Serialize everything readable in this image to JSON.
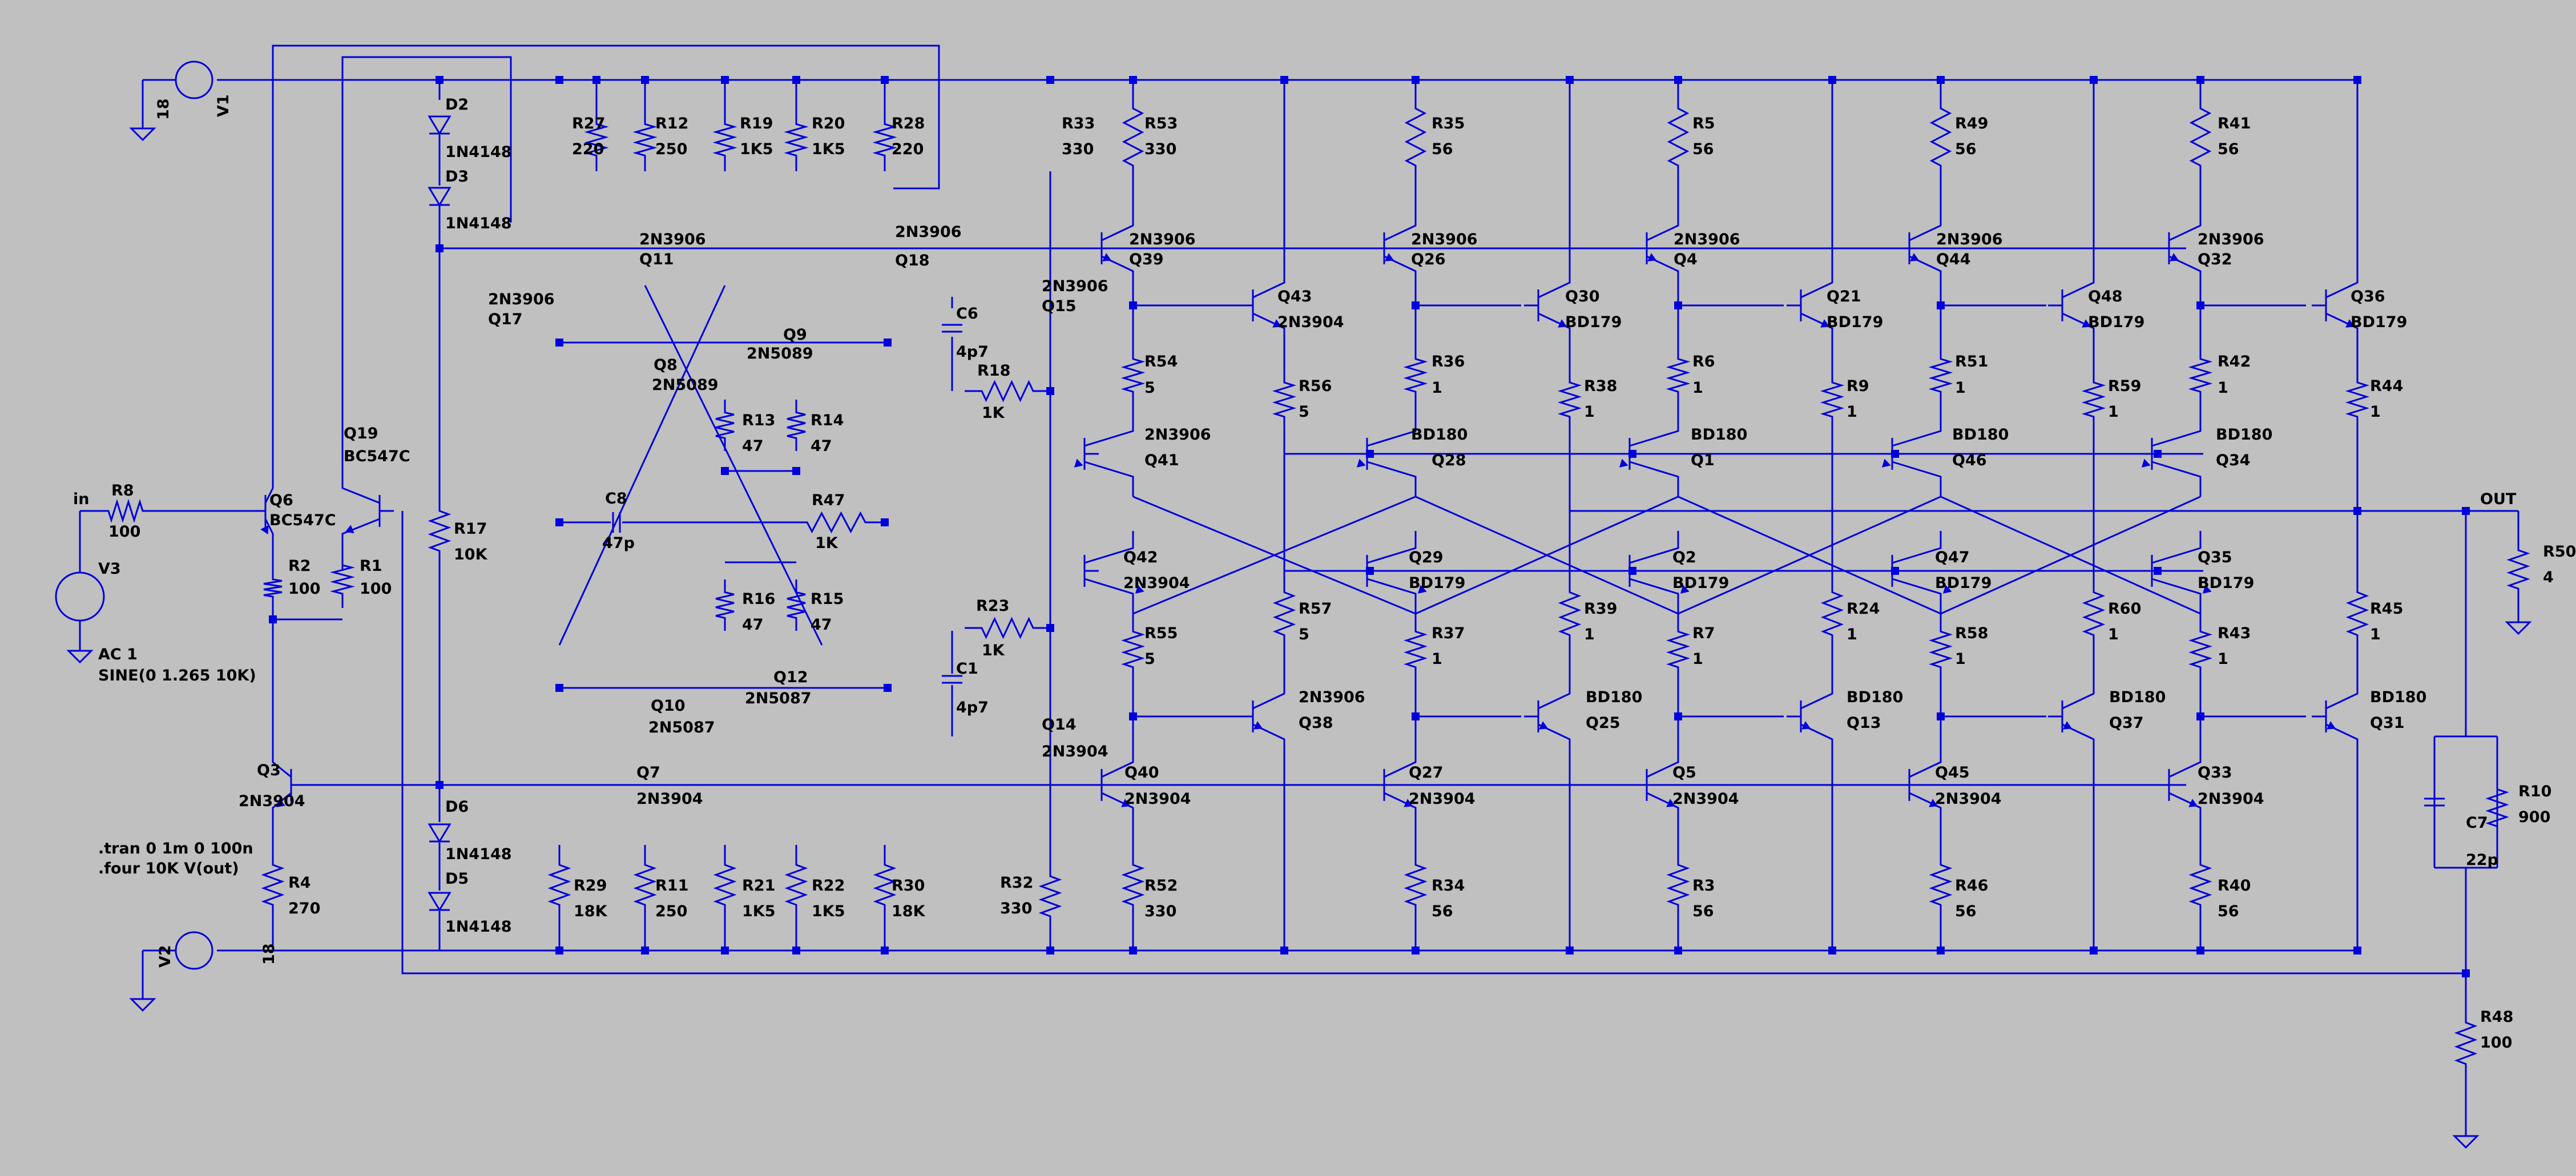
{
  "schematic": {
    "colors": {
      "background": "#c0c0c0",
      "wire": "#0000dd",
      "junction": "#0000dd",
      "text": "#000000"
    },
    "nets": {
      "in": "in",
      "out": "OUT"
    },
    "directives": [
      ".tran 0 1m 0 100n",
      ".four 10K V(out)"
    ],
    "sources": [
      {
        "ref": "V1",
        "value": "18"
      },
      {
        "ref": "V2",
        "value": "18"
      },
      {
        "ref": "V3",
        "value": "AC 1",
        "value2": "SINE(0 1.265 10K)"
      }
    ],
    "components": [
      {
        "ref": "D2",
        "value": ""
      },
      {
        "ref": "D3",
        "value": "1N4148"
      },
      {
        "ref": "",
        "value": "1N4148"
      },
      {
        "ref": "R27",
        "value": "220"
      },
      {
        "ref": "R12",
        "value": "250"
      },
      {
        "ref": "R19",
        "value": "1K5"
      },
      {
        "ref": "R20",
        "value": "1K5"
      },
      {
        "ref": "R28",
        "value": "220"
      },
      {
        "ref": "R33",
        "value": "330"
      },
      {
        "ref": "R53",
        "value": "330"
      },
      {
        "ref": "R35",
        "value": "56"
      },
      {
        "ref": "R5",
        "value": "56"
      },
      {
        "ref": "R49",
        "value": "56"
      },
      {
        "ref": "R41",
        "value": "56"
      },
      {
        "ref": "Q11",
        "value": "2N3906"
      },
      {
        "ref": "Q17",
        "value": "2N3906"
      },
      {
        "ref": "Q18",
        "value": "2N3906"
      },
      {
        "ref": "Q39",
        "value": "2N3906"
      },
      {
        "ref": "Q26",
        "value": "2N3906"
      },
      {
        "ref": "Q4",
        "value": "2N3906"
      },
      {
        "ref": "Q44",
        "value": "2N3906"
      },
      {
        "ref": "Q32",
        "value": "2N3906"
      },
      {
        "ref": "Q15",
        "value": "2N3906"
      },
      {
        "ref": "Q8",
        "value": "2N5089"
      },
      {
        "ref": "Q9",
        "value": "2N5089"
      },
      {
        "ref": "C6",
        "value": "4p7"
      },
      {
        "ref": "R18",
        "value": "1K"
      },
      {
        "ref": "Q43",
        "value": "2N3904"
      },
      {
        "ref": "Q30",
        "value": "BD179"
      },
      {
        "ref": "Q21",
        "value": "BD179"
      },
      {
        "ref": "Q48",
        "value": "BD179"
      },
      {
        "ref": "Q36",
        "value": "BD179"
      },
      {
        "ref": "R54",
        "value": "5"
      },
      {
        "ref": "R56",
        "value": "5"
      },
      {
        "ref": "R36",
        "value": "1"
      },
      {
        "ref": "R38",
        "value": "1"
      },
      {
        "ref": "R6",
        "value": "1"
      },
      {
        "ref": "R9",
        "value": "1"
      },
      {
        "ref": "R51",
        "value": "1"
      },
      {
        "ref": "R59",
        "value": "1"
      },
      {
        "ref": "R42",
        "value": "1"
      },
      {
        "ref": "R44",
        "value": "1"
      },
      {
        "ref": "R13",
        "value": "47"
      },
      {
        "ref": "R14",
        "value": "47"
      },
      {
        "ref": "Q41",
        "value": "2N3906"
      },
      {
        "ref": "Q28",
        "value": "BD180"
      },
      {
        "ref": "Q1",
        "value": "BD180"
      },
      {
        "ref": "Q46",
        "value": "BD180"
      },
      {
        "ref": "Q34",
        "value": "BD180"
      },
      {
        "ref": "Q19",
        "value": "BC547C"
      },
      {
        "ref": "Q6",
        "value": "BC547C"
      },
      {
        "ref": "R8",
        "value": "100"
      },
      {
        "ref": "R2",
        "value": "100"
      },
      {
        "ref": "R1",
        "value": "100"
      },
      {
        "ref": "R17",
        "value": "10K"
      },
      {
        "ref": "C8",
        "value": "47p"
      },
      {
        "ref": "R47",
        "value": "1K"
      },
      {
        "ref": "R50",
        "value": "4"
      },
      {
        "ref": "Q42",
        "value": "2N3904"
      },
      {
        "ref": "Q29",
        "value": "BD179"
      },
      {
        "ref": "Q2",
        "value": "BD179"
      },
      {
        "ref": "Q47",
        "value": "BD179"
      },
      {
        "ref": "Q35",
        "value": "BD179"
      },
      {
        "ref": "R16",
        "value": "47"
      },
      {
        "ref": "R15",
        "value": "47"
      },
      {
        "ref": "R23",
        "value": "1K"
      },
      {
        "ref": "R55",
        "value": "5"
      },
      {
        "ref": "R57",
        "value": "5"
      },
      {
        "ref": "R37",
        "value": "1"
      },
      {
        "ref": "R39",
        "value": "1"
      },
      {
        "ref": "R7",
        "value": "1"
      },
      {
        "ref": "R24",
        "value": "1"
      },
      {
        "ref": "R58",
        "value": "1"
      },
      {
        "ref": "R60",
        "value": "1"
      },
      {
        "ref": "R43",
        "value": "1"
      },
      {
        "ref": "R45",
        "value": "1"
      },
      {
        "ref": "C1",
        "value": "4p7"
      },
      {
        "ref": "Q10",
        "value": "2N5087"
      },
      {
        "ref": "Q12",
        "value": "2N5087"
      },
      {
        "ref": "Q14",
        "value": "2N3904"
      },
      {
        "ref": "Q38",
        "value": "2N3906"
      },
      {
        "ref": "Q25",
        "value": "BD180"
      },
      {
        "ref": "Q13",
        "value": "BD180"
      },
      {
        "ref": "Q37",
        "value": "BD180"
      },
      {
        "ref": "Q31",
        "value": "BD180"
      },
      {
        "ref": "Q3",
        "value": "2N3904"
      },
      {
        "ref": "Q7",
        "value": "2N3904"
      },
      {
        "ref": "Q40",
        "value": "2N3904"
      },
      {
        "ref": "Q27",
        "value": "2N3904"
      },
      {
        "ref": "Q5",
        "value": "2N3904"
      },
      {
        "ref": "Q45",
        "value": "2N3904"
      },
      {
        "ref": "Q33",
        "value": "2N3904"
      },
      {
        "ref": "D6",
        "value": "1N4148"
      },
      {
        "ref": "D5",
        "value": "1N4148"
      },
      {
        "ref": "C7",
        "value": "22p"
      },
      {
        "ref": "R10",
        "value": "900"
      },
      {
        "ref": "R4",
        "value": "270"
      },
      {
        "ref": "R29",
        "value": "18K"
      },
      {
        "ref": "R11",
        "value": "250"
      },
      {
        "ref": "R21",
        "value": "1K5"
      },
      {
        "ref": "R22",
        "value": "1K5"
      },
      {
        "ref": "R30",
        "value": "18K"
      },
      {
        "ref": "R32",
        "value": "330"
      },
      {
        "ref": "R52",
        "value": "330"
      },
      {
        "ref": "R34",
        "value": "56"
      },
      {
        "ref": "R3",
        "value": "56"
      },
      {
        "ref": "R46",
        "value": "56"
      },
      {
        "ref": "R40",
        "value": "56"
      },
      {
        "ref": "R48",
        "value": "100"
      }
    ]
  }
}
